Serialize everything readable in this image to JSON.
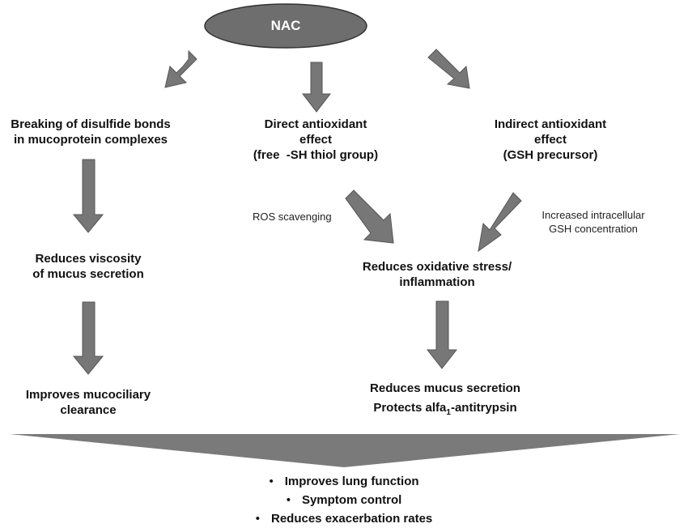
{
  "nodes": {
    "nac": "NAC",
    "mucolytic": "Breaking of disulfide bonds in mucoprotein complexes",
    "mucolytic_line1": "Breaking of disulfide bonds",
    "mucolytic_line2": "in mucoprotein complexes",
    "direct": "Direct antioxidant effect (free -SH thiol group)",
    "direct_line1": "Direct antioxidant",
    "direct_line2": "effect",
    "direct_line3": "(free  -SH thiol group)",
    "indirect_line1": "Indirect antioxidant",
    "indirect_line2": "effect",
    "indirect_line3": "(GSH precursor)",
    "viscosity_line1": "Reduces viscosity",
    "viscosity_line2": "of mucus secretion",
    "oxidative_line1": "Reduces oxidative stress/",
    "oxidative_line2": "inflammation",
    "clearance_line1": "Improves mucociliary",
    "clearance_line2": "clearance",
    "mucus_secretion": "Reduces mucus secretion",
    "protects_prefix": "Protects alfa",
    "protects_sub": "1",
    "protects_suffix": "-antitrypsin"
  },
  "edge_labels": {
    "ros": "ROS scavenging",
    "gsh_line1": "Increased intracellular",
    "gsh_line2": "GSH concentration"
  },
  "outcomes": {
    "bullet": "•",
    "items": [
      "Improves lung function",
      "Symptom control",
      "Reduces exacerbation rates"
    ]
  },
  "colors": {
    "arrow_fill": "#777777",
    "arrow_stroke": "#555555",
    "ellipse_fill": "#6e6e6e",
    "ellipse_stroke": "#333333",
    "banner_fill": "#7a7a7a"
  }
}
